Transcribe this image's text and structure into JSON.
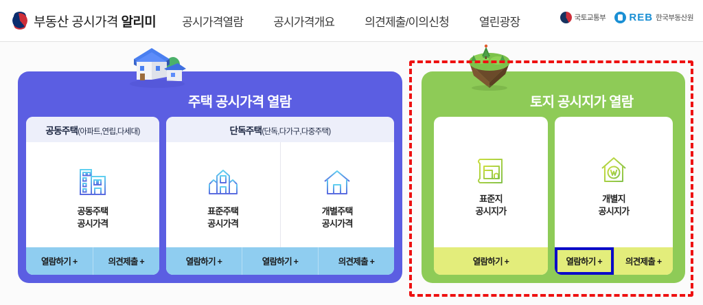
{
  "header": {
    "brand_prefix": "부동산 공시가격 ",
    "brand_strong": "알리미",
    "nav": [
      {
        "label": "공시가격열람"
      },
      {
        "label": "공시가격개요"
      },
      {
        "label": "의견제출/이의신청"
      },
      {
        "label": "열린광장"
      }
    ],
    "agencies": [
      {
        "name": "국토교통부",
        "icon": "taegeuk-icon"
      },
      {
        "name": "한국부동산원",
        "word": "REB",
        "icon": "reb-icon"
      }
    ]
  },
  "housing_panel": {
    "title": "주택 공시가격 열람",
    "icon": "house-3d-icon",
    "accent": "#5b5ee2",
    "cards": [
      {
        "head_main": "공동주택",
        "head_sub": "(아파트,연립,다세대)",
        "cells": [
          {
            "label_line1": "공동주택",
            "label_line2": "공시가격",
            "icon": "apartment-building-icon"
          }
        ],
        "buttons": [
          {
            "label": "열람하기 +",
            "highlighted": false
          },
          {
            "label": "의견제출 +",
            "highlighted": false
          }
        ]
      },
      {
        "head_main": "단독주택",
        "head_sub": "(단독,다가구,다중주택)",
        "cells": [
          {
            "label_line1": "표준주택",
            "label_line2": "공시가격",
            "icon": "standard-house-icon"
          },
          {
            "label_line1": "개별주택",
            "label_line2": "공시가격",
            "icon": "individual-house-icon"
          }
        ],
        "buttons": [
          {
            "label": "열람하기 +",
            "highlighted": false
          },
          {
            "label": "열람하기 +",
            "highlighted": false
          },
          {
            "label": "의견제출 +",
            "highlighted": false
          }
        ]
      }
    ]
  },
  "land_panel": {
    "title": "토지 공시지가 열람",
    "icon": "floating-island-icon",
    "accent": "#8ecb57",
    "highlight_box_color": "#0a0ac8",
    "dashed_outline_color": "#ee1111",
    "cards": [
      {
        "cells": [
          {
            "label_line1": "표준지",
            "label_line2": "공시지가",
            "icon": "blueprint-map-icon"
          }
        ],
        "buttons": [
          {
            "label": "열람하기 +",
            "highlighted": false
          }
        ]
      },
      {
        "cells": [
          {
            "label_line1": "개별지",
            "label_line2": "공시지가",
            "icon": "house-won-icon"
          }
        ],
        "buttons": [
          {
            "label": "열람하기 +",
            "highlighted": true
          },
          {
            "label": "의견제출 +",
            "highlighted": false
          }
        ]
      }
    ]
  }
}
